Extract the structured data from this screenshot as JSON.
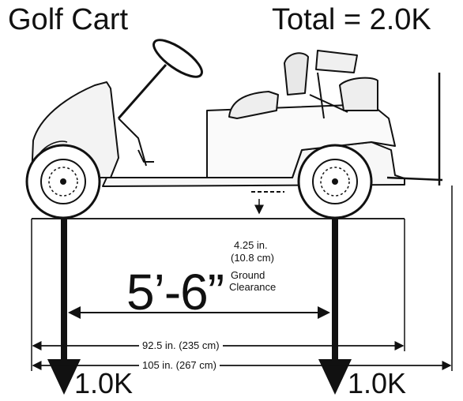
{
  "title_left": "Golf Cart",
  "title_right": "Total = 2.0K",
  "wheelbase": "5’-6”",
  "clearance": {
    "inches": "4.25 in.",
    "cm": "(10.8 cm)",
    "line1": "Ground",
    "line2": "Clearance"
  },
  "dimensions": {
    "inner": "92.5 in. (235 cm)",
    "outer": "105 in. (267 cm)"
  },
  "loads": {
    "front": "1.0K",
    "rear": "1.0K"
  }
}
